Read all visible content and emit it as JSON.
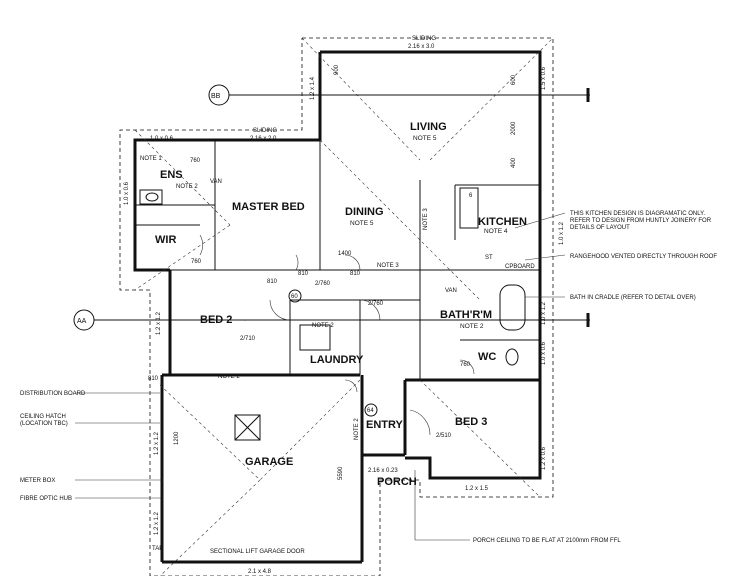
{
  "rooms": {
    "living": "LIVING",
    "living_note": "NOTE 5",
    "dining": "DINING",
    "dining_note": "NOTE 5",
    "master_bed": "MASTER BED",
    "ens": "ENS",
    "wir": "WIR",
    "kitchen": "KITCHEN",
    "kitchen_note": "NOTE 4",
    "bed2": "BED 2",
    "laundry": "LAUNDRY",
    "bathroom": "BATH'R'M",
    "bathroom_note": "NOTE 2",
    "wc": "WC",
    "bed3": "BED 3",
    "entry": "ENTRY",
    "garage": "GARAGE",
    "porch": "PORCH"
  },
  "callouts": {
    "kitchen_design": "THIS KITCHEN DESIGN IS DIAGRAMATIC ONLY.",
    "kitchen_design_2": "REFER TO DESIGN FROM HUNTLY JOINERY FOR",
    "kitchen_design_3": "DETAILS OF LAYOUT",
    "rangehood": "RANGEHOOD VENTED DIRECTLY THROUGH ROOF",
    "bath": "BATH IN CRADLE (REFER TO DETAIL OVER)",
    "distribution_board": "DISTRIBUTION BOARD",
    "ceiling_hatch": "CEILING HATCH",
    "ceiling_hatch_2": "(LOCATION TBC)",
    "meter_box": "METER BOX",
    "fibre": "FIBRE OPTIC HUB",
    "porch_ceiling": "PORCH CEILING TO BE FLAT AT 2100mm FROM FFL"
  },
  "windows": {
    "sliding_top_label": "SLIDING",
    "sliding_top_size": "2.16 x 3.0",
    "sliding_mid_label": "SLIDING",
    "sliding_mid_size": "2.16 x 2.0",
    "ens_window": "1.0 x 0.6",
    "living_left": "1.2 x 1.4",
    "living_right": "1.5 x 0.6",
    "kitchen_right": "1.0 x 1.2",
    "master_left": "1.0 x 0.6",
    "bed2_left": "1.2 x 1.2",
    "bath_right": "1.0 x 1.2",
    "wc_right": "1.0 x 0.6",
    "bed3_right": "1.2 x 0.6",
    "bed3_bottom": "1.2 x 1.5",
    "porch_door": "2.16 x 0.23",
    "garage_door": "2.1 x 4.8",
    "garage_left_1": "1.2 x 1.2",
    "garage_left_2": "1.2 x 1.2"
  },
  "labels": {
    "section_bb": "BB",
    "section_aa": "AA",
    "note1": "NOTE 1",
    "note2": "NOTE 2",
    "note3": "NOTE 3",
    "note2_laundry": "NOTE 2",
    "note2_hall": "NOTE 2",
    "note2_garage": "NOTE 2",
    "note3_dining": "NOTE 3",
    "note3_corner": "NOTE 3",
    "note2_ens": "NOTE 2",
    "cupboard": "CPBOARD",
    "st": "ST",
    "sectional_door": "SECTIONAL LIFT GARAGE DOOR",
    "d760_a": "760",
    "d760_b": "760",
    "d760_c": "760",
    "d2760_a": "2/760",
    "d2760_b": "2/760",
    "d2710": "2/710",
    "d2510": "2/510",
    "d810_a": "810",
    "d810_b": "810",
    "d810_c": "810",
    "d810_d": "810",
    "d1400": "1400",
    "van": "VAN",
    "van2": "VAN",
    "tap": "TAP",
    "num_60": "60",
    "num_64": "64",
    "dim_2000": "2000",
    "dim_400": "400",
    "dim_600": "600",
    "dim_900": "900",
    "dim_1200": "1200",
    "dim_5590": "5590",
    "six": "6"
  }
}
